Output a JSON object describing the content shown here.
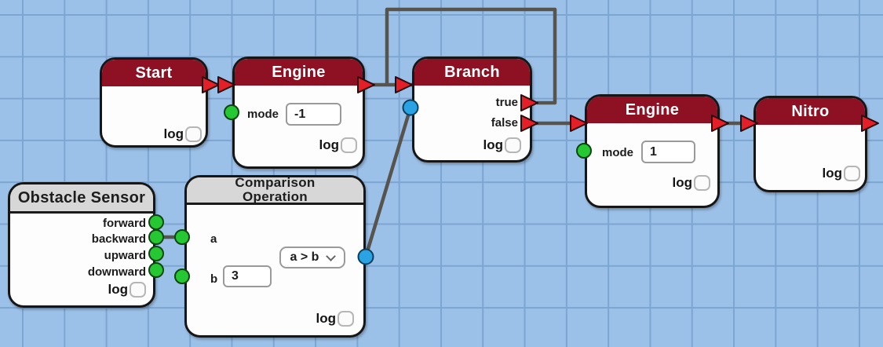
{
  "palette": {
    "canvas_background": "#9cc1e8",
    "grid_line": "#7da5d2",
    "header_red": "#8e1023",
    "header_gray": "#d6d7d6",
    "exec_port_red": "#e51f28",
    "data_port_green": "#25c832",
    "data_port_blue": "#29a3e3",
    "wire_gray": "#57534d"
  },
  "nodes": {
    "start": {
      "title": "Start",
      "log_label": "log",
      "log_checked": false
    },
    "engine1": {
      "title": "Engine",
      "mode_label": "mode",
      "mode_value": "-1",
      "log_label": "log",
      "log_checked": false
    },
    "branch": {
      "title": "Branch",
      "true_label": "true",
      "false_label": "false",
      "log_label": "log",
      "log_checked": false
    },
    "engine2": {
      "title": "Engine",
      "mode_label": "mode",
      "mode_value": "1",
      "log_label": "log",
      "log_checked": false
    },
    "nitro": {
      "title": "Nitro",
      "log_label": "log",
      "log_checked": false
    },
    "sensor": {
      "title": "Obstacle Sensor",
      "outputs": [
        "forward",
        "backward",
        "upward",
        "downward"
      ],
      "log_label": "log",
      "log_checked": false
    },
    "comparison": {
      "title_line1": "Comparison",
      "title_line2": "Operation",
      "a_label": "a",
      "b_label": "b",
      "b_value": "3",
      "operator_value": "a > b",
      "log_label": "log",
      "log_checked": false
    }
  }
}
